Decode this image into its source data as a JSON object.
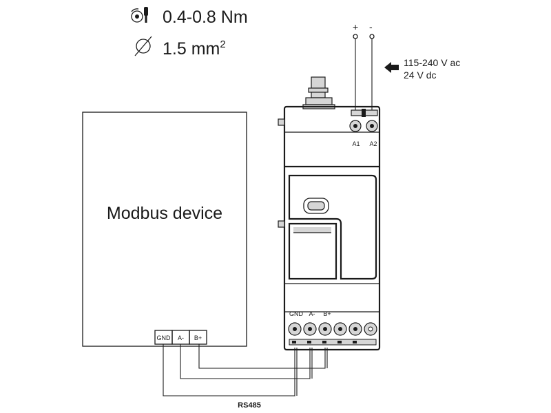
{
  "torque_spec": "0.4-0.8 Nm",
  "wire_spec": {
    "value": "1.5 mm",
    "sup": "2"
  },
  "power": {
    "plus": "+",
    "minus": "-",
    "line1": "115-240 V ac",
    "line2": "24 V dc",
    "terminal_a1": "A1",
    "terminal_a2": "A2"
  },
  "modbus_device": {
    "label": "Modbus device",
    "terminals": [
      "GND",
      "A-",
      "B+"
    ]
  },
  "module_terminals": [
    "GND",
    "A-",
    "B+"
  ],
  "bus_label": "RS485",
  "icons": {
    "torque": "screwdriver-torque-icon",
    "diameter": "diameter-icon",
    "arrow": "arrow-left-icon"
  }
}
